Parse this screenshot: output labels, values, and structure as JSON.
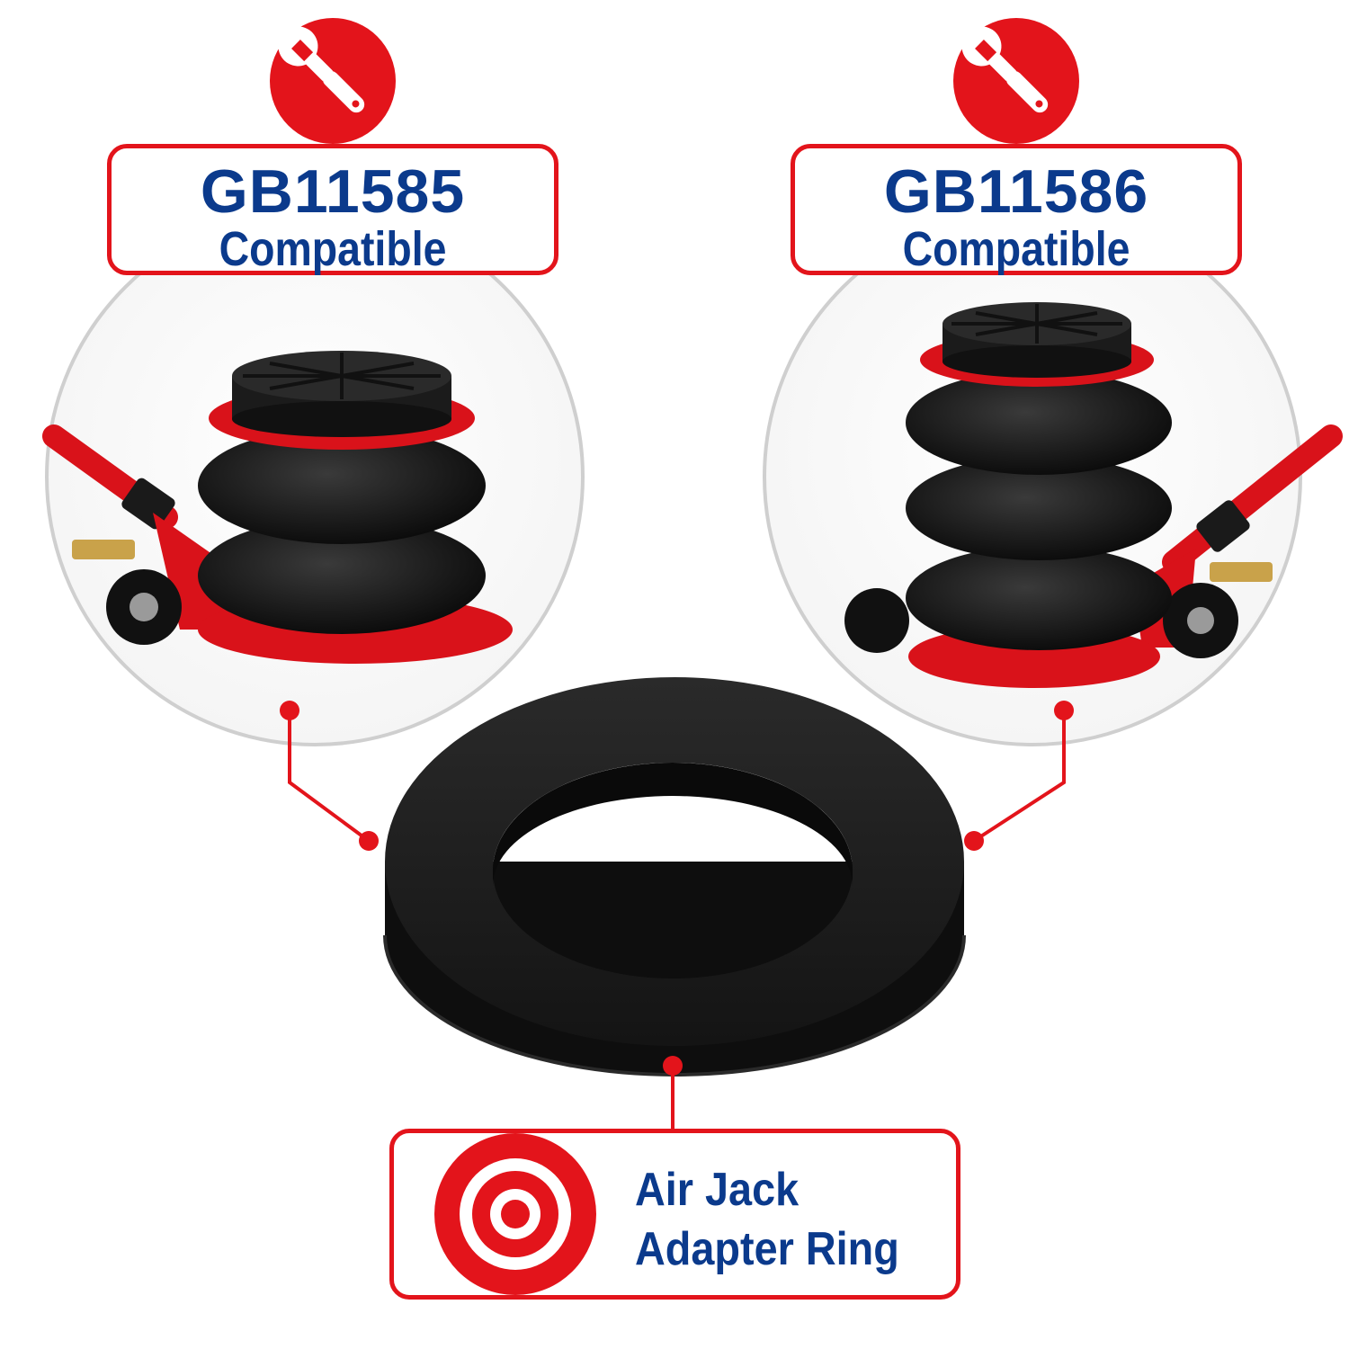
{
  "colors": {
    "accent": "#e3141b",
    "text": "#0b3a8c",
    "rubber": "#151515",
    "frame_red": "#d9121a"
  },
  "left_card": {
    "icon": "wrench-icon",
    "model": "GB11585",
    "subtitle": "Compatible"
  },
  "right_card": {
    "icon": "wrench-icon",
    "model": "GB11586",
    "subtitle": "Compatible"
  },
  "bottom_card": {
    "icon": "target-icon",
    "title_line1": "Air Jack",
    "title_line2": "Adapter Ring"
  }
}
